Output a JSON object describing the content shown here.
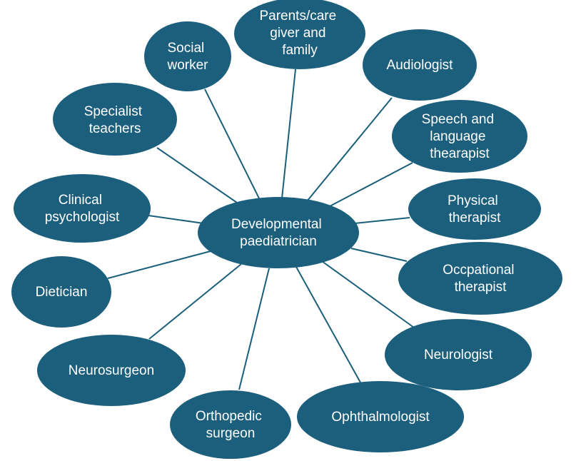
{
  "colors": {
    "node_fill": "#1b5f7d",
    "connector": "#1a5f7a",
    "text": "#ffffff",
    "background": "#ffffff"
  },
  "center": {
    "lines": [
      "Developmental",
      "paediatrician"
    ]
  },
  "nodes": [
    {
      "id": "parents",
      "lines": [
        "Parents/care",
        "giver and",
        "family"
      ]
    },
    {
      "id": "social",
      "lines": [
        "Social",
        "worker"
      ]
    },
    {
      "id": "audiologist",
      "lines": [
        "Audiologist"
      ]
    },
    {
      "id": "specialist",
      "lines": [
        "Specialist",
        "teachers"
      ]
    },
    {
      "id": "speech",
      "lines": [
        "Speech and",
        "language",
        "thearapist"
      ]
    },
    {
      "id": "clinical",
      "lines": [
        "Clinical",
        "psychologist"
      ]
    },
    {
      "id": "physical",
      "lines": [
        "Physical",
        "therapist"
      ]
    },
    {
      "id": "occupational",
      "lines": [
        "Occpational",
        "therapist"
      ]
    },
    {
      "id": "dietician",
      "lines": [
        "Dietician"
      ]
    },
    {
      "id": "neurologist",
      "lines": [
        "Neurologist"
      ]
    },
    {
      "id": "neurosurgeon",
      "lines": [
        "Neurosurgeon"
      ]
    },
    {
      "id": "ophthalmologist",
      "lines": [
        "Ophthalmologist"
      ]
    },
    {
      "id": "orthopedic",
      "lines": [
        "Orthopedic",
        "surgeon"
      ]
    }
  ]
}
